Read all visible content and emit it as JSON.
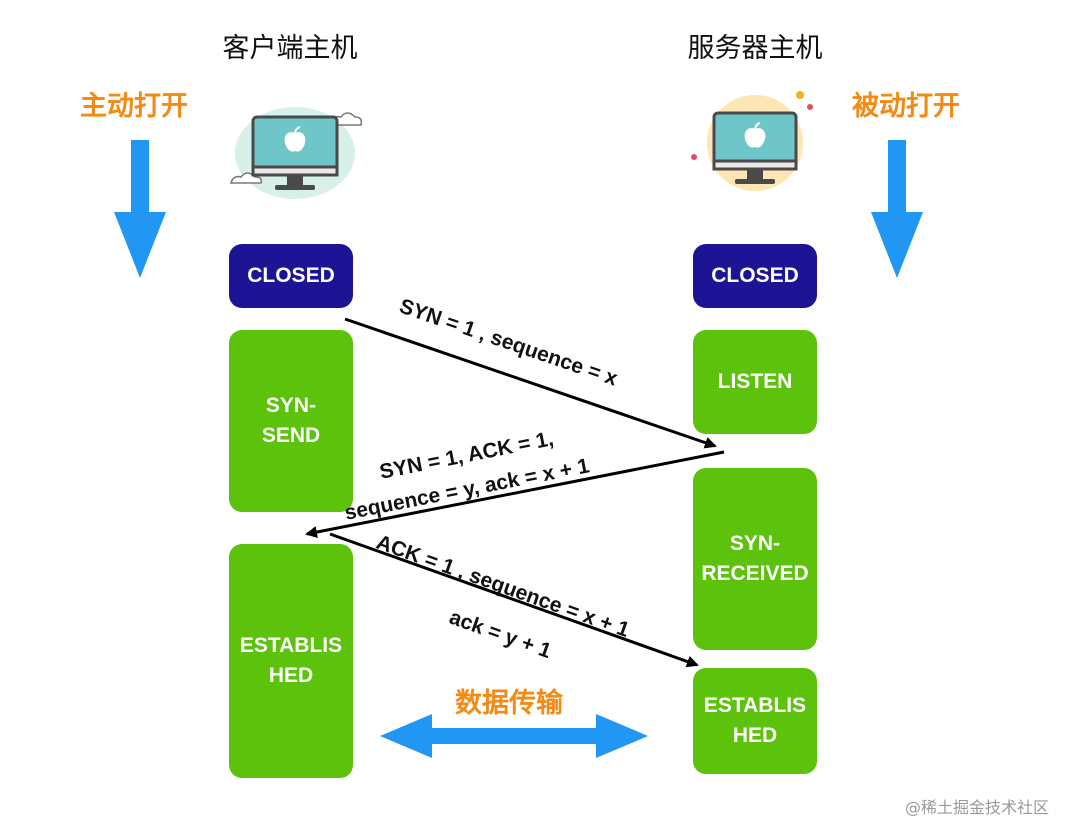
{
  "client": {
    "title": "客户端主机",
    "mode": "主动打开",
    "icon": "client-computer-icon",
    "states": {
      "closed": "CLOSED",
      "syn_send": "SYN-\nSEND",
      "established": "ESTABLIS\nHED"
    }
  },
  "server": {
    "title": "服务器主机",
    "mode": "被动打开",
    "icon": "server-computer-icon",
    "states": {
      "closed": "CLOSED",
      "listen": "LISTEN",
      "syn_received": "SYN-\nRECEIVED",
      "established": "ESTABLIS\nHED"
    }
  },
  "messages": {
    "syn": "SYN = 1 , sequence = x",
    "synack_line1": "SYN = 1, ACK = 1,",
    "synack_line2": "sequence = y, ack = x + 1",
    "ack_line1": "ACK = 1 , sequence = x + 1",
    "ack_line2": "ack = y + 1"
  },
  "data_transfer": "数据传输",
  "watermark": "@稀土掘金技术社区",
  "colors": {
    "navy": "#1c1395",
    "green": "#5dc20c",
    "orange": "#f28a13",
    "blue_arrow": "#2196f3"
  }
}
